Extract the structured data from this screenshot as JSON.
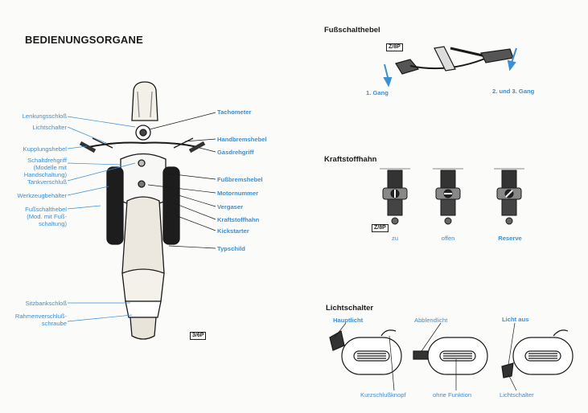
{
  "left": {
    "title": "BEDIENUNGSORGANE",
    "labels_left": {
      "lenkungsschloss": "Lenkungsschloß",
      "lichtschalter": "Lichtschalter",
      "kupplungshebel": "Kupplungshebel",
      "schaltdrehgriff": "Schaltdrehgriff\n(Modelle mit\nHandschaltung)",
      "tankverschluss": "Tankverschluß",
      "werkzeugbehaelter": "Werkzeugbehälter",
      "fussschalthebel": "Fußschalthebel\n(Mod. mit Fuß-\nschaltung)",
      "sitzbankschloss": "Sitzbankschloß",
      "rahmenverschluss": "Rahmenverschluß-\nschraube"
    },
    "labels_right": {
      "tachometer": "Tachometer",
      "handbremshebel": "Handbremshebel",
      "gasdrehgriff": "Gasdrehgriff",
      "fussbremshebel": "Fußbremshebel",
      "motornummer": "Motornummer",
      "vergaser": "Vergaser",
      "kraftstoffhahn": "Kraftstoffhahn",
      "kickstarter": "Kickstarter",
      "typschild": "Typschild"
    },
    "figure_code": "3/6P"
  },
  "fussschalthebel": {
    "title": "Fußschalthebel",
    "figure_code": "Z/8P",
    "gear_1": "1. Gang",
    "gear_2_3": "2. und 3. Gang"
  },
  "kraftstoffhahn": {
    "title": "Kraftstoffhahn",
    "figure_code": "Z/8P",
    "positions": [
      "zu",
      "offen",
      "Reserve"
    ]
  },
  "lichtschalter": {
    "title": "Lichtschalter",
    "top_labels": [
      "Hauptlicht",
      "Abblendlicht",
      "Licht aus"
    ],
    "bottom_labels": [
      "Kurzschlußknopf",
      "ohne Funktion",
      "Lichtschalter"
    ]
  },
  "colors": {
    "accent": "#3a8fd6",
    "ink": "#1a1a1a"
  }
}
